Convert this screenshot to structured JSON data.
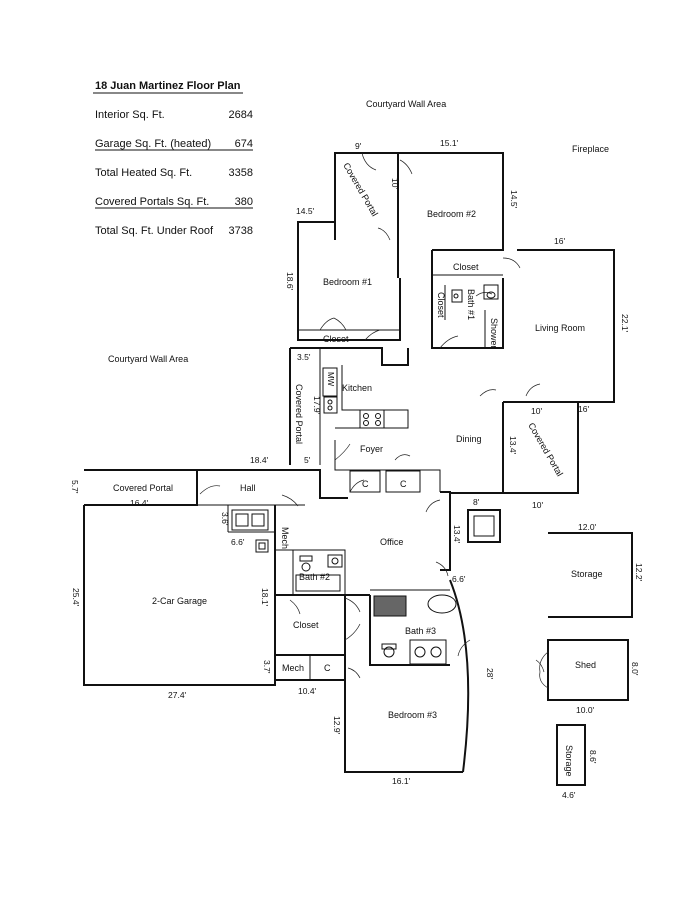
{
  "title": "18 Juan Martinez Floor Plan",
  "stats": [
    {
      "label": "Interior Sq. Ft.",
      "value": "2684",
      "underline": false
    },
    {
      "label": "Garage Sq. Ft. (heated)",
      "value": "674",
      "underline": true
    },
    {
      "label": "Total Heated Sq. Ft.",
      "value": "3358",
      "underline": false
    },
    {
      "label": "Covered Portals Sq. Ft.",
      "value": "380",
      "underline": true
    },
    {
      "label": "Total Sq. Ft. Under Roof",
      "value": "3738",
      "underline": false
    }
  ],
  "rooms": {
    "bedroom1": "Bedroom #1",
    "bedroom2": "Bedroom #2",
    "bedroom3": "Bedroom #3",
    "living_room": "Living Room",
    "kitchen": "Kitchen",
    "dining": "Dining",
    "foyer": "Foyer",
    "office": "Office",
    "hall": "Hall",
    "garage": "2-Car Garage",
    "bath1": "Bath #1",
    "bath2": "Bath #2",
    "bath3": "Bath #3",
    "shower": "Shower",
    "closet": "Closet",
    "mech": "Mech",
    "c": "C",
    "mw": "MW",
    "storage": "Storage",
    "shed": "Shed",
    "covered_portal": "Covered Portal"
  },
  "areas": {
    "courtyard_top": "Courtyard Wall Area",
    "courtyard_left": "Courtyard Wall Area",
    "fireplace": "Fireplace"
  },
  "dims": {
    "d9": "9'",
    "d15_1": "15.1'",
    "d10": "10'",
    "d14_5_a": "14.5'",
    "d14_5_b": "14.5'",
    "d16": "16'",
    "d18_6": "18.6'",
    "d22_1": "22.1'",
    "d3_5": "3.5'",
    "d17_9": "17.9'",
    "d10_b": "10'",
    "d16_b": "16'",
    "d13_4": "13.4'",
    "d18_4": "18.4'",
    "d5": "5'",
    "d5_7": "5.7'",
    "d16_4": "16.4'",
    "d10_c": "10'",
    "d8": "8'",
    "d3_6": "3.6'",
    "d6_6": "6.6'",
    "d13_4_b": "13.4'",
    "d12_0": "12.0'",
    "d12_2": "12.2'",
    "d25_4": "25.4'",
    "d18_1": "18.1'",
    "d6_6_b": "6.6'",
    "d28": "28'",
    "d8_0": "8.0'",
    "d3_7": "3.7'",
    "d10_4": "10.4'",
    "d27_4": "27.4'",
    "d10_0": "10.0'",
    "d12_9": "12.9'",
    "d8_6": "8.6'",
    "d16_1": "16.1'",
    "d4_6": "4.6'"
  }
}
